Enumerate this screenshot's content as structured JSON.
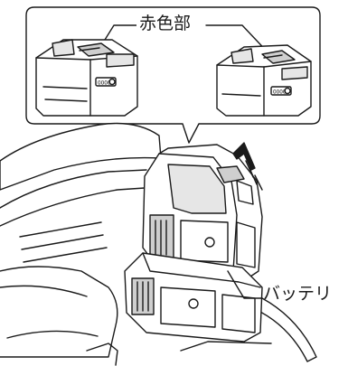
{
  "labels": {
    "callout": "赤色部",
    "battery": "バッテリ"
  },
  "battery_indicator": {
    "left_text": "OOOO",
    "right_text": "OOOO"
  },
  "colors": {
    "line": "#1a1a1a",
    "fill_light": "#ffffff",
    "fill_shade": "#cfcfcf",
    "fill_mid": "#e6e6e6"
  }
}
